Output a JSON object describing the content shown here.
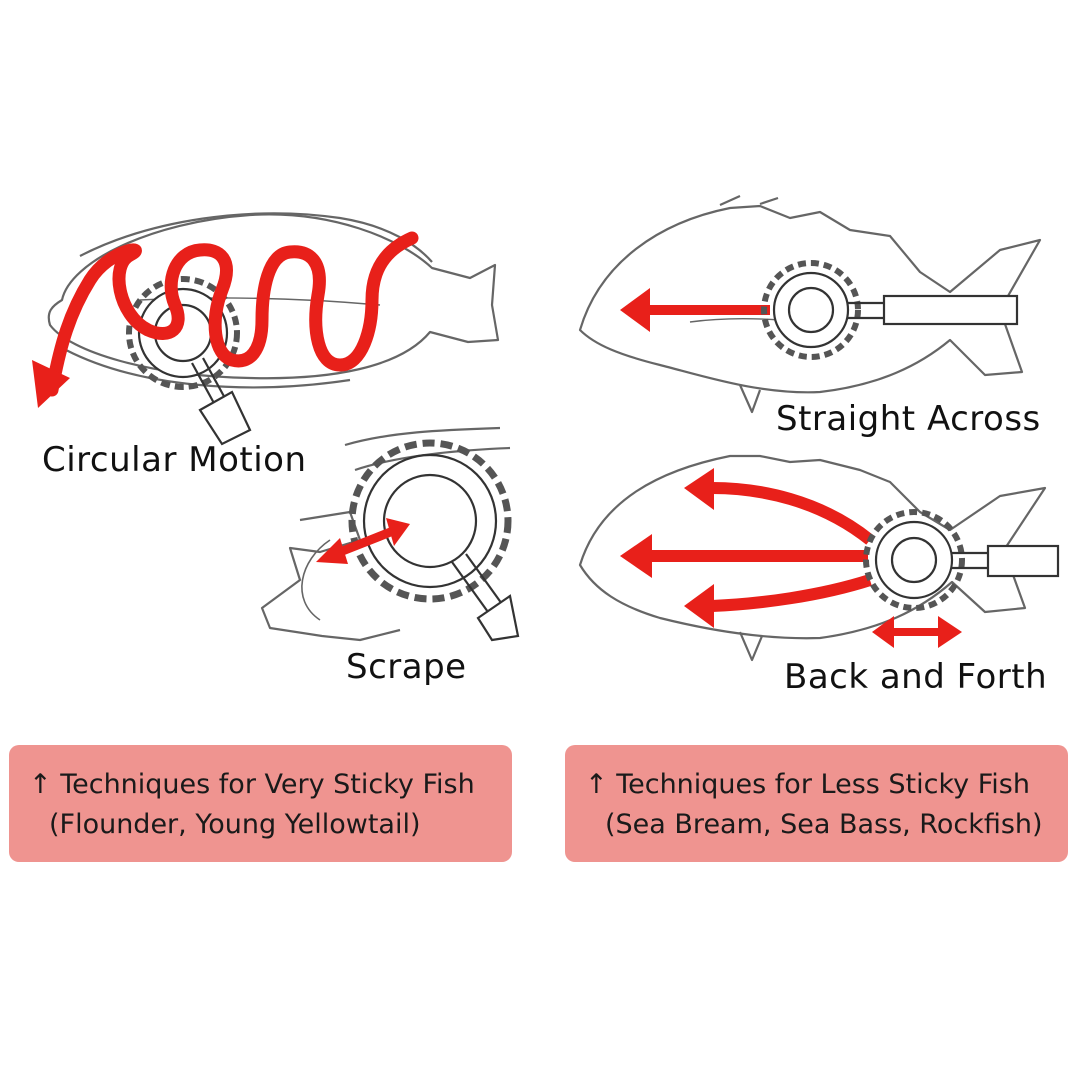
{
  "labels": {
    "circular": "Circular Motion",
    "scrape": "Scrape",
    "straight": "Straight Across",
    "back_forth": "Back and Forth"
  },
  "panels": {
    "left": {
      "line1": "↑ Techniques for Very Sticky Fish",
      "line2": "(Flounder, Young Yellowtail)"
    },
    "right": {
      "line1": "↑ Techniques for Less Sticky Fish",
      "line2": "(Sea Bream, Sea Bass, Rockfish)"
    }
  },
  "colors": {
    "arrow_red": "#e8201a",
    "panel_fill": "#ef9490",
    "outline": "#666666"
  },
  "icons": [
    "fish-outline",
    "gear-scaler-icon",
    "red-arrow"
  ]
}
